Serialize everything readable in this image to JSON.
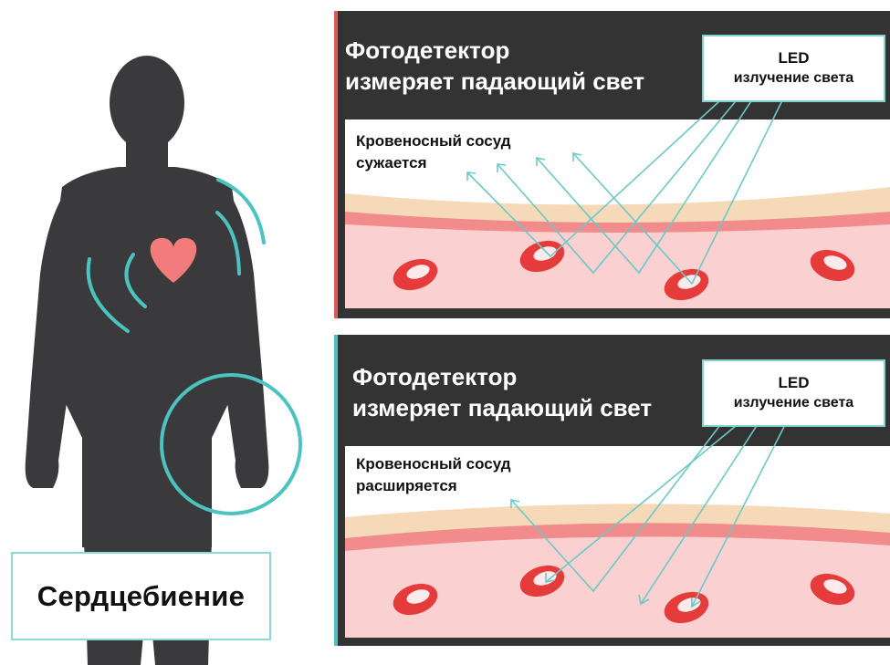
{
  "heartbeat_label": "Сердцебиение",
  "panels": [
    {
      "title_line1": "Фотодетектор",
      "title_line2": "измеряет падающий свет",
      "led_line1": "LED",
      "led_line2": "излучение света",
      "vessel_line1": "Кровеносный сосуд",
      "vessel_line2": "сужается"
    },
    {
      "title_line1": "Фотодетектор",
      "title_line2": "измеряет падающий свет",
      "led_line1": "LED",
      "led_line2": "излучение света",
      "vessel_line1": "Кровеносный сосуд",
      "vessel_line2": "расширяется"
    }
  ],
  "colors": {
    "silhouette": "#3a3a3c",
    "heart": "#f27c7c",
    "accent_teal": "#4cc3c0",
    "panel_dark": "#333333",
    "blood_red": "#e53b3b"
  }
}
